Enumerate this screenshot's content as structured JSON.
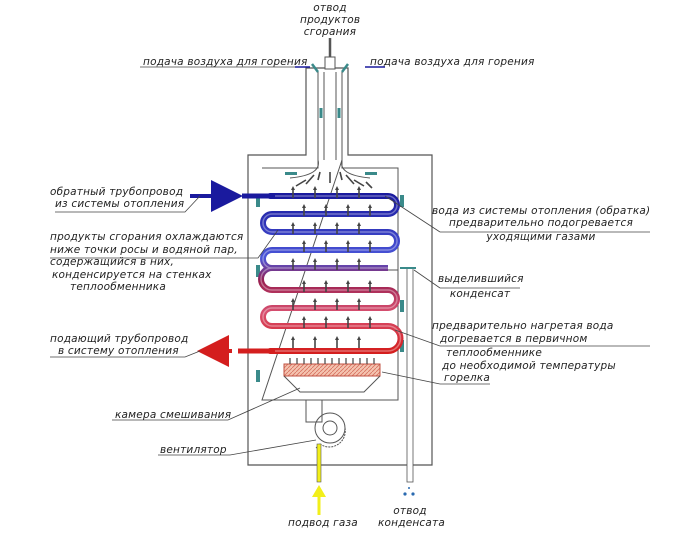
{
  "diagram": {
    "title": "Схема конденсационного газового котла",
    "colors": {
      "cold_return": "#1a1a9e",
      "cold_light": "#4a55d8",
      "hot_supply": "#d41e1e",
      "hot_light": "#d85070",
      "gas": "#f2ef1a",
      "burner": "#f0b8a0",
      "seal": "#3a8a8a",
      "line": "#555555",
      "drop": "#2a6ab0"
    },
    "labels": {
      "exhaust_1": "отвод",
      "exhaust_2": "продуктов",
      "exhaust_3": "сгорания",
      "air_left": "подача воздуха для горения",
      "air_right": "подача воздуха для горения",
      "return_1": "обратный трубопровод",
      "return_2": "из системы отопления",
      "cooling_1": "продукты сгорания охлаждаются",
      "cooling_2": "ниже точки росы и водяной пар,",
      "cooling_3": "содержащийся в них,",
      "cooling_4": "конденсируется на стенках",
      "cooling_5": "теплообменника",
      "preheat_1": "вода из системы отопления (обратка)",
      "preheat_2": "предварительно подогревается",
      "preheat_3": "уходящими газами",
      "condensate_1": "выделившийся",
      "condensate_2": "конденсат",
      "supply_1": "подающий трубопровод",
      "supply_2": "в систему отопления",
      "final_1": "предварительно нагретая вода",
      "final_2": "догревается в первичном",
      "final_3": "теплообменнике",
      "final_4": "до необходимой температуры",
      "burner": "горелка",
      "mixing": "камера смешивания",
      "fan": "вентилятор",
      "gas": "подвод газа",
      "drain_1": "отвод",
      "drain_2": "конденсата"
    }
  }
}
